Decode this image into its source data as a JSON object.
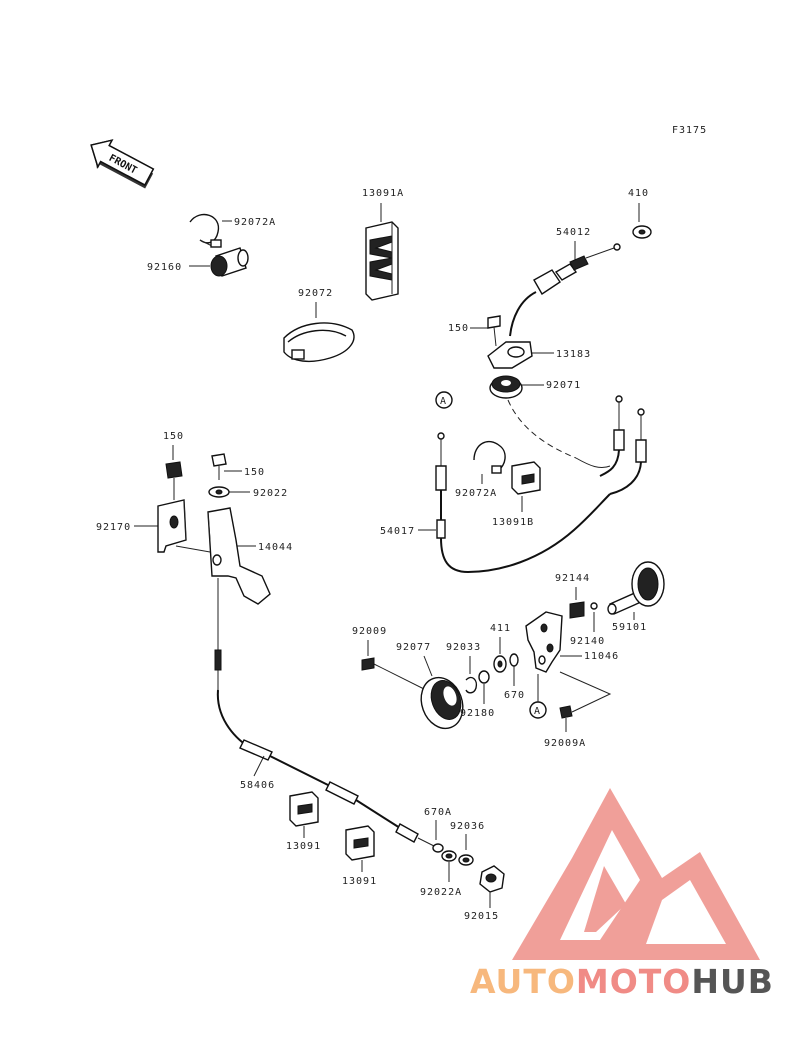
{
  "figure_code": "F3175",
  "front_label": "FRONT",
  "watermark": {
    "brand_part1": "AUTO",
    "brand_part2": "MOTO",
    "brand_part3": "HUB",
    "colors": {
      "part1": "#f7b87d",
      "part2": "#f08b86",
      "part3": "#555555",
      "logo": "#ee8f88"
    }
  },
  "callouts": {
    "c92072A_top": "92072A",
    "c92160": "92160",
    "c13091A": "13091A",
    "c92072": "92072",
    "c410": "410",
    "c54012": "54012",
    "c150_right": "150",
    "c13183": "13183",
    "c92071": "92071",
    "cA_top": "A",
    "c92072A_mid": "92072A",
    "c13091B": "13091B",
    "c54017": "54017",
    "c150_left": "150",
    "c150_mid": "150",
    "c92022": "92022",
    "c92170": "92170",
    "c14044": "14044",
    "c92144": "92144",
    "c92140": "92140",
    "c59101": "59101",
    "c92009": "92009",
    "c92077": "92077",
    "c92033": "92033",
    "c411": "411",
    "c11046": "11046",
    "c670": "670",
    "c92180": "92180",
    "cA_bottom": "A",
    "c92009A": "92009A",
    "c58406": "58406",
    "c670A": "670A",
    "c92036": "92036",
    "c13091_left": "13091",
    "c13091_right": "13091",
    "c92022A": "92022A",
    "c92015": "92015"
  }
}
